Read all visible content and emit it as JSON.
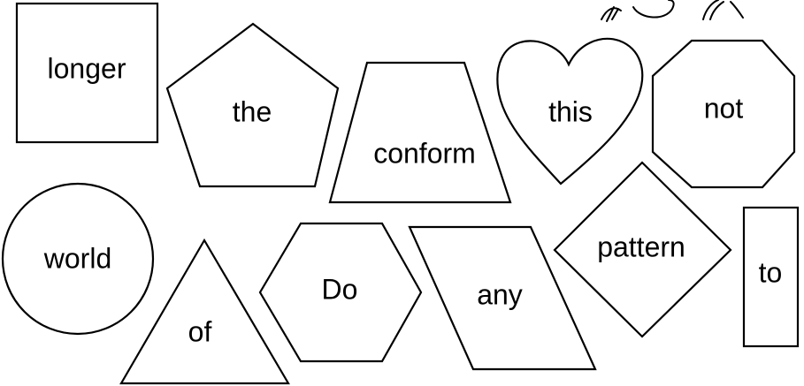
{
  "shapes": [
    {
      "shape": "square",
      "word": "longer"
    },
    {
      "shape": "pentagon",
      "word": "the"
    },
    {
      "shape": "trapezoid",
      "word": "conform"
    },
    {
      "shape": "heart",
      "word": "this"
    },
    {
      "shape": "octagon",
      "word": "not"
    },
    {
      "shape": "circle",
      "word": "world"
    },
    {
      "shape": "triangle",
      "word": "of"
    },
    {
      "shape": "hexagon",
      "word": "Do"
    },
    {
      "shape": "parallelogram",
      "word": "any"
    },
    {
      "shape": "diamond",
      "word": "pattern"
    },
    {
      "shape": "rectangle",
      "word": "to"
    }
  ],
  "colors": {
    "background": "#ffffff",
    "stroke": "#000000",
    "text": "#000000"
  }
}
